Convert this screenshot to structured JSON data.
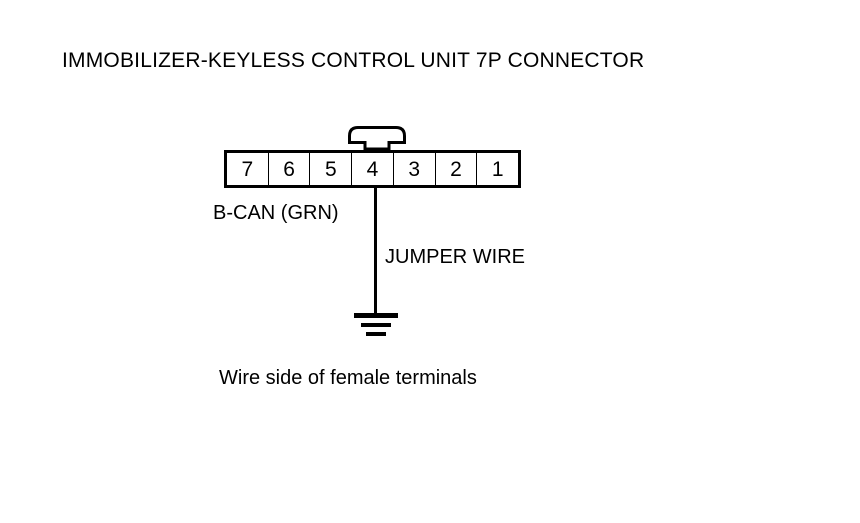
{
  "diagram": {
    "title": "IMMOBILIZER-KEYLESS CONTROL UNIT 7P CONNECTOR",
    "caption": "Wire side of female terminals",
    "connector": {
      "terminals": [
        {
          "number": "7"
        },
        {
          "number": "6"
        },
        {
          "number": "5"
        },
        {
          "number": "4"
        },
        {
          "number": "3"
        },
        {
          "number": "2"
        },
        {
          "number": "1"
        }
      ],
      "latch_icon": "connector-latch-tab"
    },
    "labels": {
      "circuit": "B-CAN (GRN)",
      "jumper": "JUMPER WIRE"
    },
    "ground": {
      "icon": "ground-symbol"
    },
    "colors": {
      "line": "#000000",
      "background": "#ffffff"
    }
  }
}
